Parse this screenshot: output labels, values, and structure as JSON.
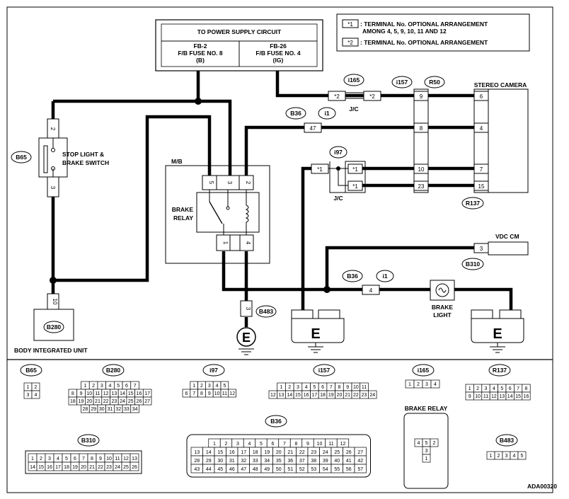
{
  "power": {
    "title": "TO POWER SUPPLY CIRCUIT",
    "fuse1": {
      "line1": "FB-2",
      "line2": "F/B FUSE NO. 8",
      "line3": "(B)"
    },
    "fuse2": {
      "line1": "FB-26",
      "line2": "F/B FUSE NO. 4",
      "line3": "(IG)"
    }
  },
  "legend": {
    "items": [
      {
        "tag": "*1",
        "text1": ": TERMINAL No. OPTIONAL ARRANGEMENT",
        "text2": "AMONG 4, 5, 9, 10, 11 AND 12"
      },
      {
        "tag": "*2",
        "text1": ": TERMINAL No. OPTIONAL ARRANGEMENT",
        "text2": ""
      }
    ]
  },
  "components": {
    "stop_switch": {
      "line1": "STOP LIGHT &",
      "line2": "BRAKE SWITCH",
      "connector": "B65",
      "pin_top": "2",
      "pin_bottom": "3"
    },
    "mb": {
      "label": "M/B",
      "relay1": "BRAKE",
      "relay2": "RELAY",
      "pins_top": [
        "5",
        "3",
        "2"
      ],
      "pins_bottom": [
        "1",
        "4"
      ]
    },
    "body_unit": {
      "label": "BODY INTEGRATED UNIT",
      "connector": "B280",
      "pin": "10"
    },
    "stereo": {
      "label": "STEREO CAMERA",
      "connector": "R137",
      "pins": [
        "6",
        "4",
        "7",
        "15"
      ]
    },
    "r50": {
      "label": "R50",
      "pins": [
        "9",
        "8",
        "10",
        "23"
      ]
    },
    "vdc": {
      "label": "VDC CM",
      "connector": "B310",
      "pin": "3"
    },
    "brake_light": {
      "line1": "BRAKE",
      "line2": "LIGHT"
    },
    "ground": {
      "symbol": "E",
      "connector": "B483",
      "pin": "3"
    }
  },
  "connectors": {
    "i165": "i165",
    "i157": "i157",
    "b36": "B36",
    "i1": "i1",
    "i97": "i97",
    "jc": "J/C",
    "star1": "*1",
    "star2": "*2",
    "pin47": "47",
    "pin4": "4"
  },
  "bottom": {
    "b65": {
      "label": "B65",
      "rows": [
        [
          "1",
          "2"
        ],
        [
          "3",
          "4"
        ]
      ]
    },
    "b280": {
      "label": "B280",
      "rows": [
        [
          "1",
          "2",
          "3",
          "4",
          "5",
          "6",
          "7"
        ],
        [
          "8",
          "9",
          "10",
          "11",
          "12",
          "13",
          "14",
          "15",
          "16",
          "17"
        ],
        [
          "18",
          "19",
          "20",
          "21",
          "22",
          "23",
          "24",
          "25",
          "26",
          "27"
        ],
        [
          "28",
          "29",
          "30",
          "31",
          "32",
          "33",
          "34"
        ]
      ]
    },
    "i97": {
      "label": "i97",
      "rows": [
        [
          "1",
          "2",
          "3",
          "4",
          "5"
        ],
        [
          "6",
          "7",
          "8",
          "9",
          "10",
          "11",
          "12"
        ]
      ]
    },
    "i157": {
      "label": "i157",
      "rows": [
        [
          "1",
          "2",
          "3",
          "4",
          "5",
          "6",
          "7",
          "8",
          "9",
          "10",
          "11"
        ],
        [
          "12",
          "13",
          "14",
          "15",
          "16",
          "17",
          "18",
          "19",
          "20",
          "21",
          "22",
          "23",
          "24"
        ]
      ]
    },
    "i165": {
      "label": "i165",
      "rows": [
        [
          "1",
          "2",
          "3",
          "4"
        ]
      ]
    },
    "r137": {
      "label": "R137",
      "rows": [
        [
          "1",
          "2",
          "3",
          "4",
          "5",
          "6",
          "7",
          "8"
        ],
        [
          "9",
          "10",
          "11",
          "12",
          "13",
          "14",
          "15",
          "16"
        ]
      ]
    },
    "b310": {
      "label": "B310",
      "rows": [
        [
          "1",
          "2",
          "3",
          "4",
          "5",
          "6",
          "7",
          "8",
          "9",
          "10",
          "11",
          "12",
          "13"
        ],
        [
          "14",
          "15",
          "16",
          "17",
          "18",
          "19",
          "20",
          "21",
          "22",
          "23",
          "24",
          "25",
          "26"
        ]
      ]
    },
    "b36": {
      "label": "B36",
      "rows": [
        [
          "1",
          "2",
          "3",
          "4",
          "5",
          "6",
          "7",
          "8",
          "9",
          "10",
          "11",
          "12"
        ],
        [
          "13",
          "14",
          "15",
          "16",
          "17",
          "18",
          "19",
          "20",
          "21",
          "22",
          "23",
          "24",
          "25",
          "26",
          "27"
        ],
        [
          "28",
          "29",
          "30",
          "31",
          "32",
          "33",
          "34",
          "35",
          "36",
          "37",
          "38",
          "39",
          "40",
          "41",
          "42"
        ],
        [
          "43",
          "44",
          "45",
          "46",
          "47",
          "48",
          "49",
          "50",
          "51",
          "52",
          "53",
          "54",
          "55",
          "56",
          "57"
        ]
      ]
    },
    "brake_relay": {
      "label": "BRAKE RELAY",
      "rows": [
        [
          "4",
          "5",
          "2"
        ],
        [
          "3"
        ],
        [
          "1"
        ]
      ]
    },
    "b483": {
      "label": "B483",
      "rows": [
        [
          "1",
          "2",
          "3",
          "4",
          "5"
        ]
      ]
    }
  },
  "code": "ADA00320"
}
